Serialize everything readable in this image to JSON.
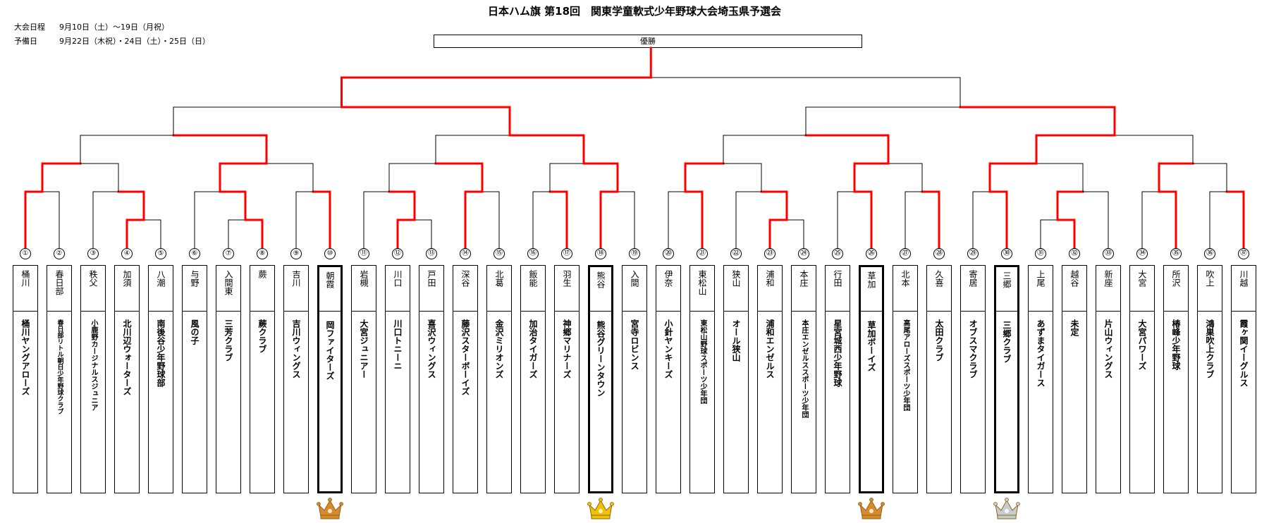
{
  "title": "日本ハム旗 第18回　関東学童軟式少年野球大会埼玉県予選会",
  "schedule": {
    "main_label": "大会日程",
    "main_dates": "9月10日（土）～19日（月祝）",
    "reserve_label": "予備日",
    "reserve_dates": "9月22日（木祝）・24日（土）・25日（日）"
  },
  "champion_label": "優勝",
  "colors": {
    "win_line": "#ff0000",
    "line": "#000000",
    "gold": "#f2c200",
    "bronze": "#d8892b",
    "silver": "#c7ccd1"
  },
  "teams": [
    {
      "no": "①",
      "loc": "桶川",
      "name": "桶川ヤングアローズ"
    },
    {
      "no": "②",
      "loc": "春日部",
      "name": "春日部リトル朝日少年野球クラブ"
    },
    {
      "no": "③",
      "loc": "秩父",
      "name": "小鹿野カージナルスジュニア"
    },
    {
      "no": "④",
      "loc": "加須",
      "name": "北川辺ウォーターズ"
    },
    {
      "no": "⑤",
      "loc": "八潮",
      "name": "南後谷少年野球部"
    },
    {
      "no": "⑥",
      "loc": "与野",
      "name": "風の子"
    },
    {
      "no": "⑦",
      "loc": "入間東",
      "name": "三芳クラブ"
    },
    {
      "no": "⑧",
      "loc": "蕨",
      "name": "蕨クラブ"
    },
    {
      "no": "⑨",
      "loc": "吉川",
      "name": "吉川ウィングス"
    },
    {
      "no": "⑩",
      "loc": "朝霞",
      "name": "岡ファイターズ"
    },
    {
      "no": "⑪",
      "loc": "岩槻",
      "name": "大宮ジュニアー"
    },
    {
      "no": "⑫",
      "loc": "川口",
      "name": "川口トニーニ"
    },
    {
      "no": "⑬",
      "loc": "戸田",
      "name": "喜沢ウィングス"
    },
    {
      "no": "⑭",
      "loc": "深谷",
      "name": "藤沢スターボーイズ"
    },
    {
      "no": "⑮",
      "loc": "北葛",
      "name": "金沢ミリオンズ"
    },
    {
      "no": "⑯",
      "loc": "飯能",
      "name": "加治タイガーズ"
    },
    {
      "no": "⑰",
      "loc": "羽生",
      "name": "神郷マリナーズ"
    },
    {
      "no": "⑱",
      "loc": "熊谷",
      "name": "熊谷グリーンタウン"
    },
    {
      "no": "⑲",
      "loc": "入間",
      "name": "宮寺ロビンス"
    },
    {
      "no": "⑳",
      "loc": "伊奈",
      "name": "小針ヤンキーズ"
    },
    {
      "no": "㉑",
      "loc": "東松山",
      "name": "東松山野球スポーツ少年団"
    },
    {
      "no": "㉒",
      "loc": "狭山",
      "name": "オール狭山"
    },
    {
      "no": "㉓",
      "loc": "浦和",
      "name": "浦和エンゼルス"
    },
    {
      "no": "㉔",
      "loc": "本庄",
      "name": "本庄エンゼルススポーツ少年団"
    },
    {
      "no": "㉕",
      "loc": "行田",
      "name": "星宮城西少年野球"
    },
    {
      "no": "㉖",
      "loc": "草加",
      "name": "草加ボーイズ"
    },
    {
      "no": "㉗",
      "loc": "北本",
      "name": "高尾アローズスポーツ少年団"
    },
    {
      "no": "㉘",
      "loc": "久喜",
      "name": "太田クラブ"
    },
    {
      "no": "㉙",
      "loc": "寄居",
      "name": "オブスマクラブ"
    },
    {
      "no": "㉚",
      "loc": "三郷",
      "name": "三郷クラブ"
    },
    {
      "no": "㉛",
      "loc": "上尾",
      "name": "あずまタイガース"
    },
    {
      "no": "㉜",
      "loc": "越谷",
      "name": "未定"
    },
    {
      "no": "㉝",
      "loc": "新座",
      "name": "片山ウィングス"
    },
    {
      "no": "㉞",
      "loc": "大宮",
      "name": "大宮パワーズ"
    },
    {
      "no": "㉟",
      "loc": "所沢",
      "name": "椿峰少年野球"
    },
    {
      "no": "㊱",
      "loc": "吹上",
      "name": "鴻巣吹上クラブ"
    },
    {
      "no": "㊲",
      "loc": "川越",
      "name": "霞ヶ関イーグルス"
    }
  ],
  "highlighted": [
    {
      "team_index": 9,
      "medal": "bronze"
    },
    {
      "team_index": 17,
      "medal": "gold"
    },
    {
      "team_index": 25,
      "medal": "bronze"
    },
    {
      "team_index": 29,
      "medal": "silver"
    }
  ]
}
